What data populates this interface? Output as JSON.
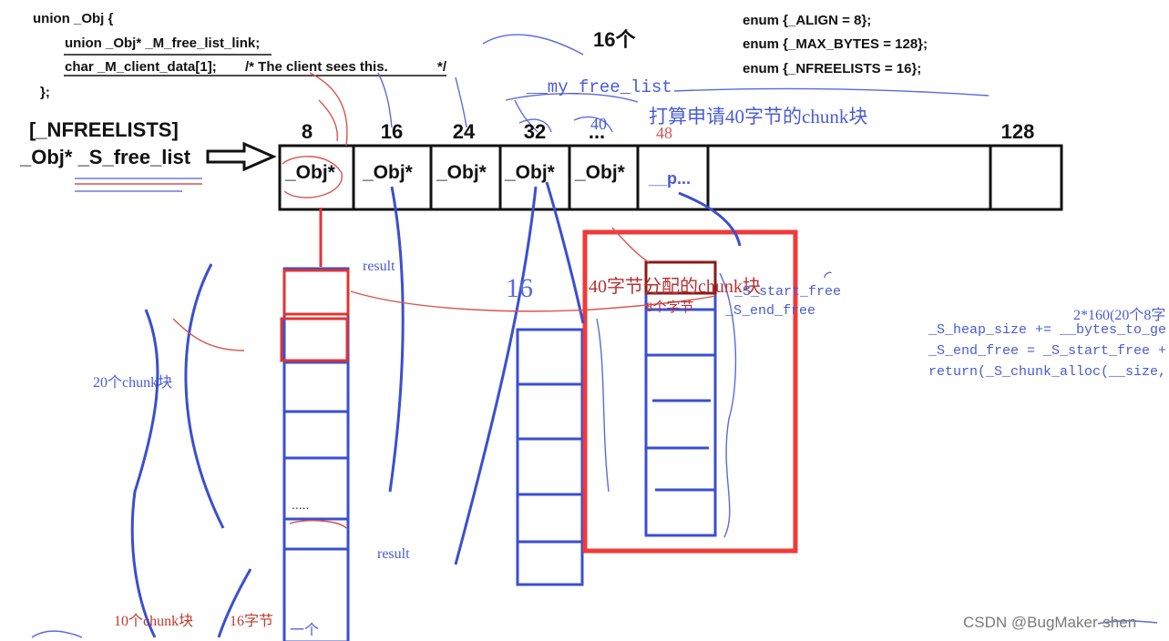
{
  "code_union": {
    "line1": "union _Obj {",
    "line2": "union _Obj* _M_free_list_link;",
    "line3": "char _M_client_data[1];",
    "line3_comment": "/* The client sees this.",
    "line3_comment_end": "*/",
    "line4": "};"
  },
  "code_enums": {
    "align": "enum {_ALIGN = 8};",
    "max_bytes": "enum {_MAX_BYTES = 128};",
    "nfreelists": "enum {_NFREELISTS = 16};"
  },
  "count_label": "16个",
  "free_list_decl": {
    "line1": "[_NFREELISTS]",
    "line2": "_Obj* _S_free_list"
  },
  "my_free_list_label": "__my_free_list",
  "request_note": "打算申请40字节的chunk块",
  "indices": [
    "8",
    "16",
    "24",
    "32",
    "...",
    "128"
  ],
  "index_40": "40",
  "index_48": "48",
  "cells": [
    "_Obj*",
    "_Obj*",
    "_Obj*",
    "_Obj*",
    "_Obj*"
  ],
  "cell_p": "__p...",
  "annotations": {
    "result_top": "result",
    "result_bottom": "result",
    "chunks_20": "20个chunk块",
    "chunks_10": "10个chunk块",
    "bytes_16": "16字节",
    "one": "一个",
    "dots": ".....",
    "hand_16": "16",
    "alloc_40": "40字节分配的chunk块",
    "bytes_8": "8个字节",
    "start_free": "_S_start_free",
    "end_free": "_S_end_free"
  },
  "side_code": {
    "line0": "2*160(20个8字",
    "line1": "_S_heap_size += __bytes_to_ge",
    "line2": "_S_end_free = _S_start_free +",
    "line3": "return(_S_chunk_alloc(__size,"
  },
  "watermark": "CSDN @BugMaker-shen",
  "colors": {
    "ink": "#111111",
    "blue_pen": "#3a4fd0",
    "red_pen": "#e0342f",
    "dark_red": "#8b1a1a"
  }
}
